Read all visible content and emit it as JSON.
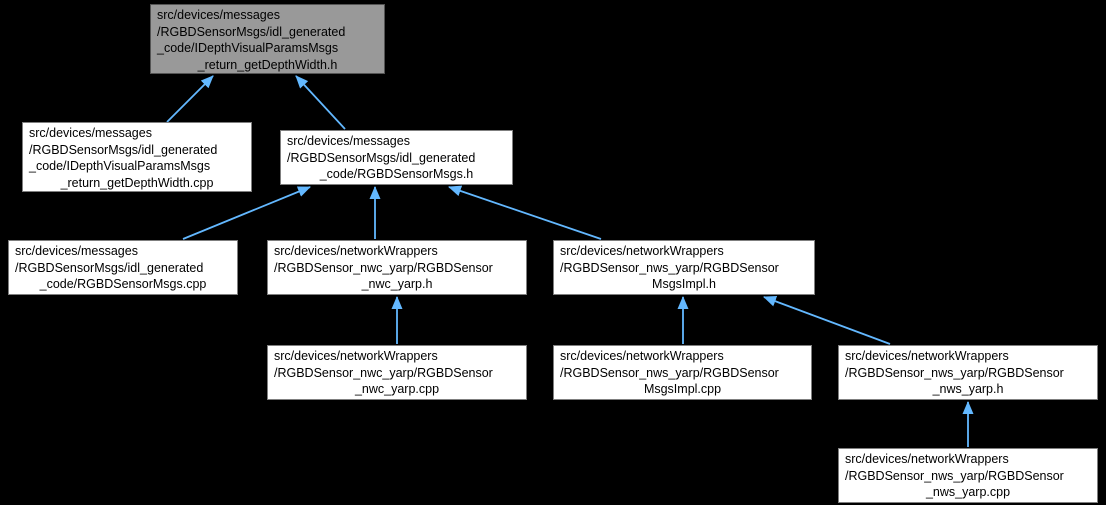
{
  "diagram": {
    "kind": "doxygen-include-dependency-graph",
    "colors": {
      "bg": "#000000",
      "arrow": "#63b8ff",
      "node-fill": "#ffffff",
      "node-border": "#7f7f7f",
      "highlight-fill": "#999999",
      "highlight-border": "#545454",
      "text": "#000000"
    },
    "nodes": [
      {
        "id": "n0",
        "highlighted": true,
        "path": "src/devices/messages/RGBDSensorMsgs/idl_generated_code/IDepthVisualParamsMsgs_return_getDepthWidth.h",
        "lines": [
          "src/devices/messages",
          "/RGBDSensorMsgs/idl_generated",
          "_code/IDepthVisualParamsMsgs",
          "_return_getDepthWidth.h"
        ]
      },
      {
        "id": "n1",
        "highlighted": false,
        "path": "src/devices/messages/RGBDSensorMsgs/idl_generated_code/IDepthVisualParamsMsgs_return_getDepthWidth.cpp",
        "lines": [
          "src/devices/messages",
          "/RGBDSensorMsgs/idl_generated",
          "_code/IDepthVisualParamsMsgs",
          "_return_getDepthWidth.cpp"
        ]
      },
      {
        "id": "n2",
        "highlighted": false,
        "path": "src/devices/messages/RGBDSensorMsgs/idl_generated_code/RGBDSensorMsgs.h",
        "lines": [
          "src/devices/messages",
          "/RGBDSensorMsgs/idl_generated",
          "_code/RGBDSensorMsgs.h"
        ]
      },
      {
        "id": "n3",
        "highlighted": false,
        "path": "src/devices/messages/RGBDSensorMsgs/idl_generated_code/RGBDSensorMsgs.cpp",
        "lines": [
          "src/devices/messages",
          "/RGBDSensorMsgs/idl_generated",
          "_code/RGBDSensorMsgs.cpp"
        ]
      },
      {
        "id": "n4",
        "highlighted": false,
        "path": "src/devices/networkWrappers/RGBDSensor_nwc_yarp/RGBDSensor_nwc_yarp.h",
        "lines": [
          "src/devices/networkWrappers",
          "/RGBDSensor_nwc_yarp/RGBDSensor",
          "_nwc_yarp.h"
        ]
      },
      {
        "id": "n5",
        "highlighted": false,
        "path": "src/devices/networkWrappers/RGBDSensor_nws_yarp/RGBDSensorMsgsImpl.h",
        "lines": [
          "src/devices/networkWrappers",
          "/RGBDSensor_nws_yarp/RGBDSensor",
          "MsgsImpl.h"
        ]
      },
      {
        "id": "n6",
        "highlighted": false,
        "path": "src/devices/networkWrappers/RGBDSensor_nwc_yarp/RGBDSensor_nwc_yarp.cpp",
        "lines": [
          "src/devices/networkWrappers",
          "/RGBDSensor_nwc_yarp/RGBDSensor",
          "_nwc_yarp.cpp"
        ]
      },
      {
        "id": "n7",
        "highlighted": false,
        "path": "src/devices/networkWrappers/RGBDSensor_nws_yarp/RGBDSensorMsgsImpl.cpp",
        "lines": [
          "src/devices/networkWrappers",
          "/RGBDSensor_nws_yarp/RGBDSensor",
          "MsgsImpl.cpp"
        ]
      },
      {
        "id": "n8",
        "highlighted": false,
        "path": "src/devices/networkWrappers/RGBDSensor_nws_yarp/RGBDSensor_nws_yarp.h",
        "lines": [
          "src/devices/networkWrappers",
          "/RGBDSensor_nws_yarp/RGBDSensor",
          "_nws_yarp.h"
        ]
      },
      {
        "id": "n9",
        "highlighted": false,
        "path": "src/devices/networkWrappers/RGBDSensor_nws_yarp/RGBDSensor_nws_yarp.cpp",
        "lines": [
          "src/devices/networkWrappers",
          "/RGBDSensor_nws_yarp/RGBDSensor",
          "_nws_yarp.cpp"
        ]
      }
    ],
    "edges": [
      {
        "from": "n1",
        "to": "n0"
      },
      {
        "from": "n2",
        "to": "n0"
      },
      {
        "from": "n3",
        "to": "n2"
      },
      {
        "from": "n4",
        "to": "n2"
      },
      {
        "from": "n5",
        "to": "n2"
      },
      {
        "from": "n6",
        "to": "n4"
      },
      {
        "from": "n7",
        "to": "n5"
      },
      {
        "from": "n8",
        "to": "n5"
      },
      {
        "from": "n9",
        "to": "n8"
      }
    ]
  }
}
